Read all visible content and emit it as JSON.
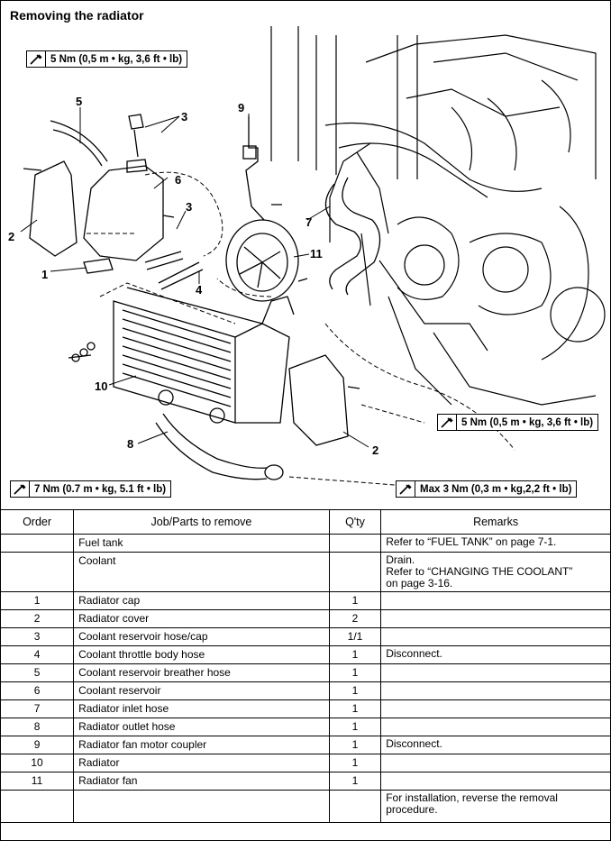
{
  "title": "Removing the radiator",
  "torque_specs": [
    "5 Nm (0,5 m • kg, 3,6 ft • lb)",
    "5 Nm (0,5 m • kg, 3,6 ft • lb)",
    "7 Nm (0.7 m • kg, 5.1 ft • lb)",
    "Max  3 Nm (0,3 m • kg,2,2 ft • lb)"
  ],
  "callouts": [
    "5",
    "3",
    "9",
    "6",
    "3",
    "2",
    "7",
    "11",
    "1",
    "4",
    "10",
    "8",
    "2"
  ],
  "table": {
    "headers": [
      "Order",
      "Job/Parts to remove",
      "Q'ty",
      "Remarks"
    ],
    "rows": [
      {
        "order": "",
        "job": "Fuel tank",
        "qty": "",
        "remarks": [
          "Refer to “FUEL TANK” on page 7-1."
        ]
      },
      {
        "order": "",
        "job": "Coolant",
        "qty": "",
        "remarks": [
          "Drain.",
          "Refer to “CHANGING THE COOLANT”",
          "on page 3-16."
        ]
      },
      {
        "order": "1",
        "job": "Radiator cap",
        "qty": "1",
        "remarks": []
      },
      {
        "order": "2",
        "job": "Radiator cover",
        "qty": "2",
        "remarks": []
      },
      {
        "order": "3",
        "job": "Coolant reservoir hose/cap",
        "qty": "1/1",
        "remarks": []
      },
      {
        "order": "4",
        "job": "Coolant throttle body hose",
        "qty": "1",
        "remarks": [
          "Disconnect."
        ]
      },
      {
        "order": "5",
        "job": "Coolant reservoir breather hose",
        "qty": "1",
        "remarks": []
      },
      {
        "order": "6",
        "job": "Coolant reservoir",
        "qty": "1",
        "remarks": []
      },
      {
        "order": "7",
        "job": "Radiator inlet hose",
        "qty": "1",
        "remarks": []
      },
      {
        "order": "8",
        "job": "Radiator outlet hose",
        "qty": "1",
        "remarks": []
      },
      {
        "order": "9",
        "job": "Radiator fan motor coupler",
        "qty": "1",
        "remarks": [
          "Disconnect."
        ]
      },
      {
        "order": "10",
        "job": "Radiator",
        "qty": "1",
        "remarks": []
      },
      {
        "order": "11",
        "job": "Radiator fan",
        "qty": "1",
        "remarks": []
      },
      {
        "order": "",
        "job": "",
        "qty": "",
        "remarks": [
          "For installation, reverse the removal",
          "procedure."
        ]
      }
    ]
  }
}
